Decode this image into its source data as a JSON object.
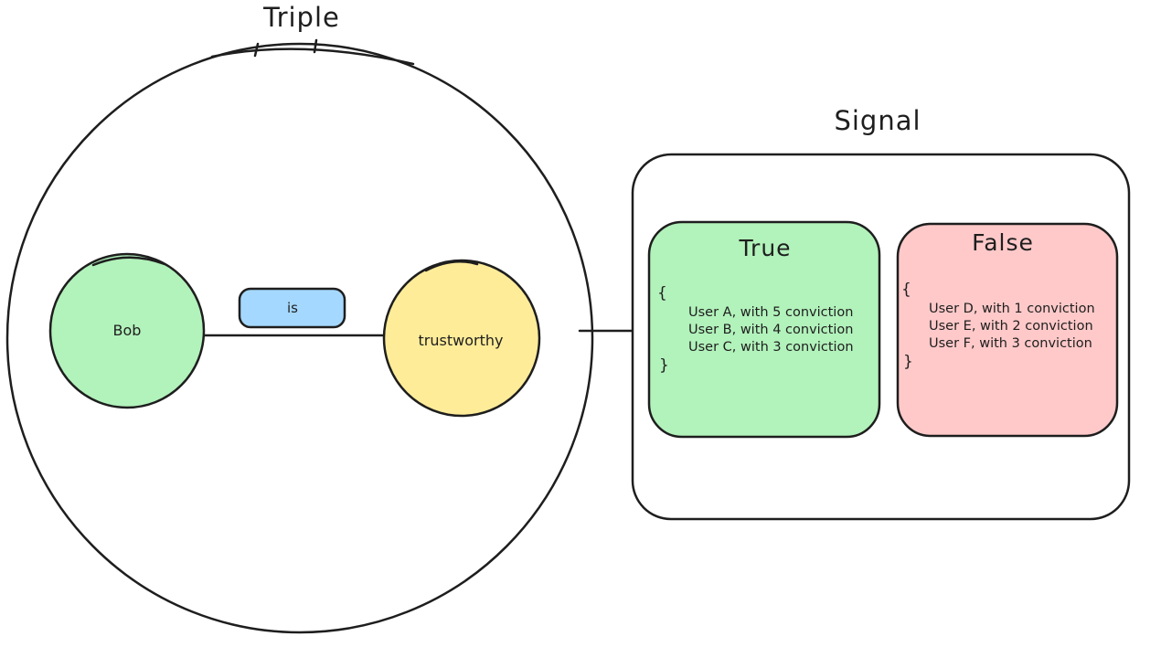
{
  "colors": {
    "stroke": "#1e1e1e",
    "green": "#b2f2bb",
    "yellow": "#ffec99",
    "blue": "#a5d8ff",
    "pink": "#ffc9c9",
    "background": "#ffffff"
  },
  "triple": {
    "title": "Triple",
    "subject_label": "Bob",
    "predicate_label": "is",
    "object_label": "trustworthy"
  },
  "signal": {
    "title": "Signal",
    "true_box": {
      "label": "True",
      "brace_open": "{",
      "brace_close": "}",
      "entries": [
        "User A, with 5 conviction",
        "User B, with 4 conviction",
        "User C, with 3 conviction"
      ]
    },
    "false_box": {
      "label": "False",
      "brace_open": "{",
      "brace_close": "}",
      "entries": [
        "User D, with 1 conviction",
        "User E, with 2 conviction",
        "User F, with 3 conviction"
      ]
    }
  }
}
